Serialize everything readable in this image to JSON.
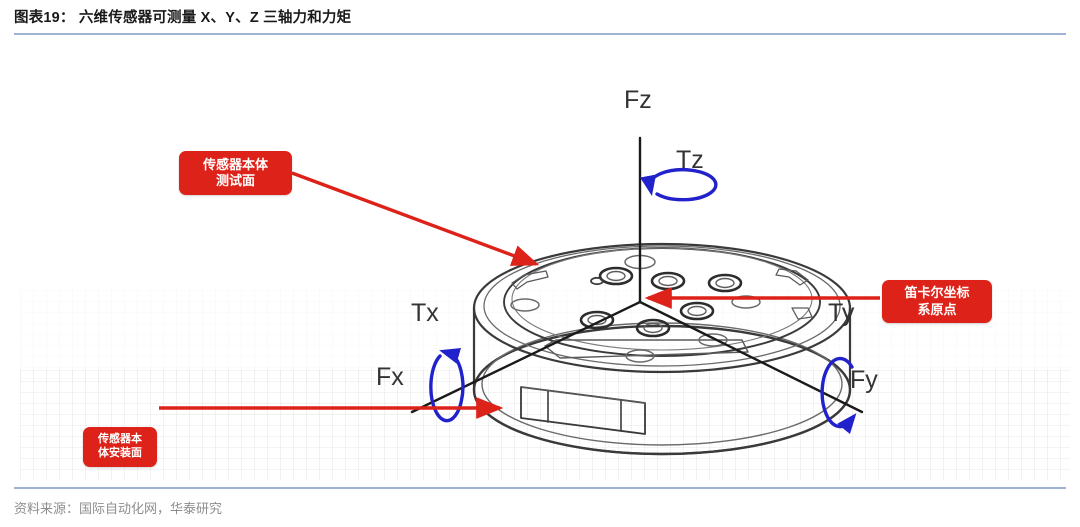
{
  "header": {
    "title": "图表19： 六维传感器可测量 X、Y、Z 三轴力和力矩"
  },
  "footer": {
    "source": "资料来源：国际自动化网，华泰研究"
  },
  "colors": {
    "accent_red": "#DD2219",
    "torque_blue": "#2222CC",
    "rule_blue": "#9fb4d4",
    "line_black": "#1a1a1a",
    "drawing_gray": "#4a4a4a",
    "source_gray": "#8d8d8d"
  },
  "callouts": [
    {
      "id": "test-surface",
      "line1": "传感器本体",
      "line2": "测试面"
    },
    {
      "id": "origin",
      "line1": "笛卡尔坐标",
      "line2": "系原点"
    },
    {
      "id": "mount-surface",
      "line1": "传感器本",
      "line2": "体安装面"
    }
  ],
  "axes": {
    "force_labels": [
      {
        "id": "fz",
        "label": "Fz"
      },
      {
        "id": "fx",
        "label": "Fx"
      },
      {
        "id": "fy",
        "label": "Fy"
      }
    ],
    "torque_labels": [
      {
        "id": "tz",
        "label": "Tz"
      },
      {
        "id": "tx",
        "label": "Tx"
      },
      {
        "id": "ty",
        "label": "Ty"
      }
    ]
  },
  "diagram": {
    "object_name": "six-axis force torque sensor",
    "view": "isometric",
    "origin_label": "笛卡尔坐标系原点"
  }
}
